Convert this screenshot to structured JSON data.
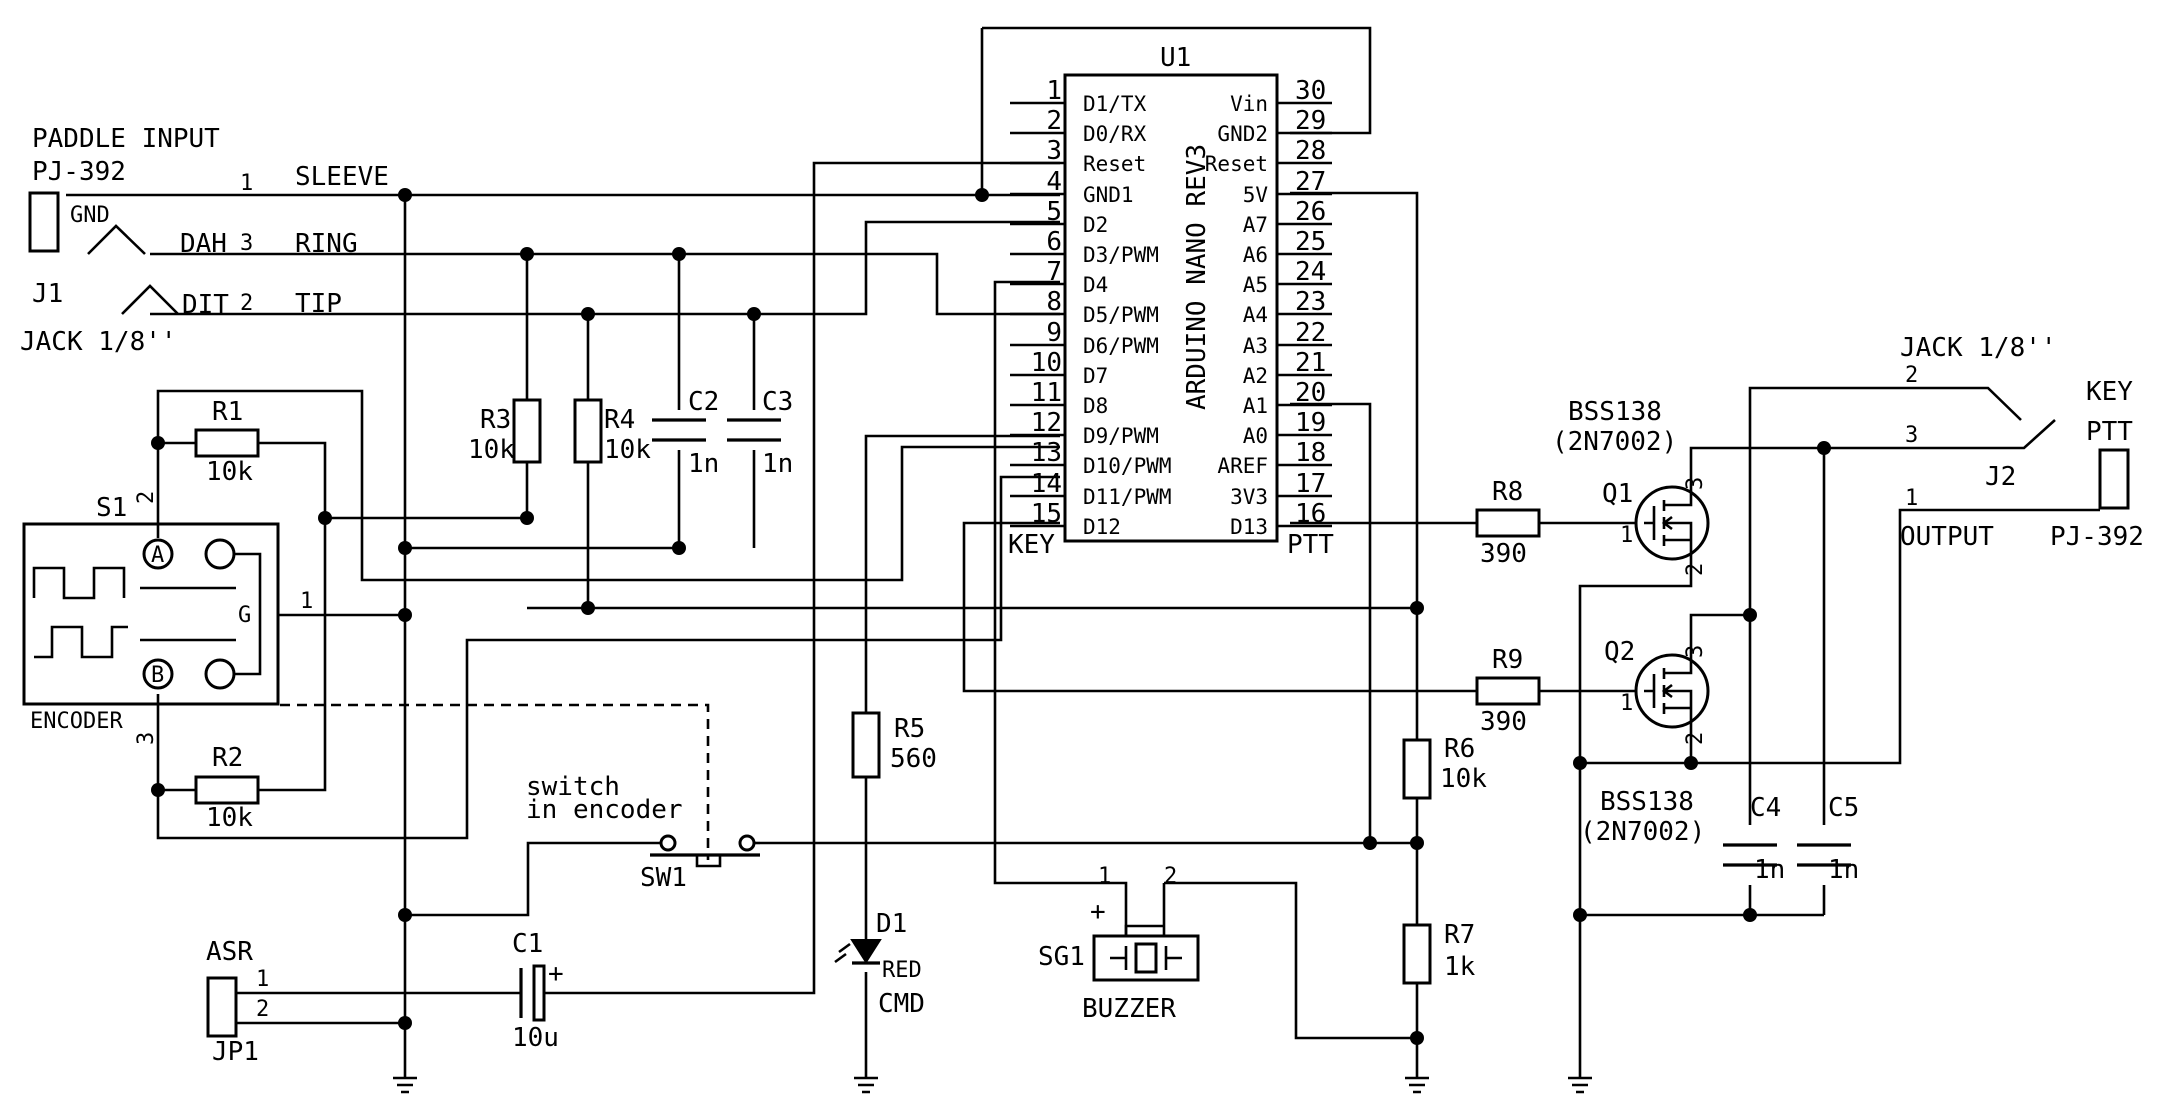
{
  "u1": {
    "ref": "U1",
    "part": "ARDUINO NANO REV3",
    "left_pins": [
      {
        "num": "1",
        "name": "D1/TX"
      },
      {
        "num": "2",
        "name": "D0/RX"
      },
      {
        "num": "3",
        "name": "Reset"
      },
      {
        "num": "4",
        "name": "GND1"
      },
      {
        "num": "5",
        "name": "D2"
      },
      {
        "num": "6",
        "name": "D3/PWM"
      },
      {
        "num": "7",
        "name": "D4"
      },
      {
        "num": "8",
        "name": "D5/PWM"
      },
      {
        "num": "9",
        "name": "D6/PWM"
      },
      {
        "num": "10",
        "name": "D7"
      },
      {
        "num": "11",
        "name": "D8"
      },
      {
        "num": "12",
        "name": "D9/PWM"
      },
      {
        "num": "13",
        "name": "D10/PWM"
      },
      {
        "num": "14",
        "name": "D11/PWM"
      },
      {
        "num": "15",
        "name": "D12"
      }
    ],
    "right_pins": [
      {
        "num": "30",
        "name": "Vin"
      },
      {
        "num": "29",
        "name": "GND2"
      },
      {
        "num": "28",
        "name": "Reset"
      },
      {
        "num": "27",
        "name": "5V"
      },
      {
        "num": "26",
        "name": "A7"
      },
      {
        "num": "25",
        "name": "A6"
      },
      {
        "num": "24",
        "name": "A5"
      },
      {
        "num": "23",
        "name": "A4"
      },
      {
        "num": "22",
        "name": "A3"
      },
      {
        "num": "21",
        "name": "A2"
      },
      {
        "num": "20",
        "name": "A1"
      },
      {
        "num": "19",
        "name": "A0"
      },
      {
        "num": "18",
        "name": "AREF"
      },
      {
        "num": "17",
        "name": "3V3"
      },
      {
        "num": "16",
        "name": "D13"
      }
    ],
    "key_label": "KEY",
    "ptt_label": "PTT"
  },
  "j1": {
    "title": "PADDLE INPUT",
    "part": "PJ-392",
    "ref": "J1",
    "type": "JACK 1/8''",
    "gnd": "GND",
    "dah": "DAH",
    "dit": "DIT",
    "pin1": "1",
    "pin2": "2",
    "pin3": "3",
    "sleeve": "SLEEVE",
    "ring": "RING",
    "tip": "TIP"
  },
  "s1": {
    "ref": "S1",
    "name": "ENCODER",
    "pin_a": "A",
    "pin_b": "B",
    "pin_g": "G",
    "pin1": "1",
    "pin2": "2",
    "pin3": "3"
  },
  "resistors": {
    "r1": {
      "ref": "R1",
      "value": "10k"
    },
    "r2": {
      "ref": "R2",
      "value": "10k"
    },
    "r3": {
      "ref": "R3",
      "value": "10k"
    },
    "r4": {
      "ref": "R4",
      "value": "10k"
    },
    "r5": {
      "ref": "R5",
      "value": "560"
    },
    "r6": {
      "ref": "R6",
      "value": "10k"
    },
    "r7": {
      "ref": "R7",
      "value": "1k"
    },
    "r8": {
      "ref": "R8",
      "value": "390"
    },
    "r9": {
      "ref": "R9",
      "value": "390"
    }
  },
  "capacitors": {
    "c1": {
      "ref": "C1",
      "value": "10u",
      "plus": "+"
    },
    "c2": {
      "ref": "C2",
      "value": "1n"
    },
    "c3": {
      "ref": "C3",
      "value": "1n"
    },
    "c4": {
      "ref": "C4",
      "value": "1n"
    },
    "c5": {
      "ref": "C5",
      "value": "1n"
    }
  },
  "sw1": {
    "ref": "SW1",
    "note_line1": "switch",
    "note_line2": "in encoder"
  },
  "d1": {
    "ref": "D1",
    "color": "RED",
    "label": "CMD"
  },
  "sg1": {
    "ref": "SG1",
    "name": "BUZZER",
    "pin1": "1",
    "pin2": "2",
    "plus": "+"
  },
  "jp1": {
    "name": "ASR",
    "ref": "JP1",
    "pin1": "1",
    "pin2": "2"
  },
  "q1": {
    "ref": "Q1",
    "part": "BSS138",
    "alt": "(2N7002)",
    "pin1": "1",
    "pin2": "2",
    "pin3": "3"
  },
  "q2": {
    "ref": "Q2",
    "part": "BSS138",
    "alt": "(2N7002)",
    "pin1": "1",
    "pin2": "2",
    "pin3": "3"
  },
  "j2": {
    "ref": "J2",
    "type": "JACK 1/8''",
    "key": "KEY",
    "ptt": "PTT",
    "output": "OUTPUT",
    "part": "PJ-392",
    "pin1": "1",
    "pin2": "2",
    "pin3": "3"
  }
}
